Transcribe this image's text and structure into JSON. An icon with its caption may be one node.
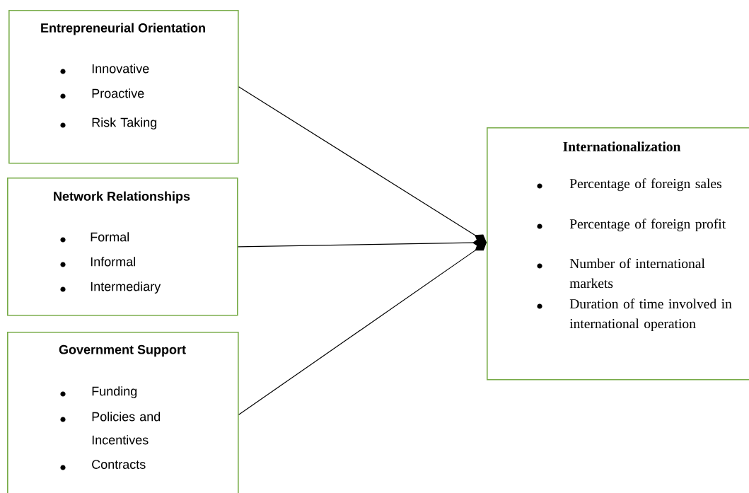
{
  "diagram": {
    "nodes": [
      {
        "text": [
          "Entrepreneurial Orientation",
          "Innovative",
          "Proactive",
          "Risk Taking"
        ]
      },
      {
        "text": [
          "Network Relationships",
          "Formal",
          "Informal",
          "Intermediary"
        ]
      },
      {
        "text": [
          "Government Support",
          "Funding",
          "Policies and Incentives",
          "Contracts"
        ]
      },
      {
        "text": [
          "Internationalization",
          "Percentage of foreign sales",
          "Percentage of foreign profit",
          "Number of international markets",
          "Duration of time involved in international operation"
        ]
      }
    ],
    "edges": [
      {
        "from": 0,
        "to": 3,
        "arrow": "other"
      },
      {
        "from": 1,
        "to": 3,
        "arrow": "other"
      },
      {
        "from": 2,
        "to": 3,
        "arrow": "other"
      }
    ]
  }
}
